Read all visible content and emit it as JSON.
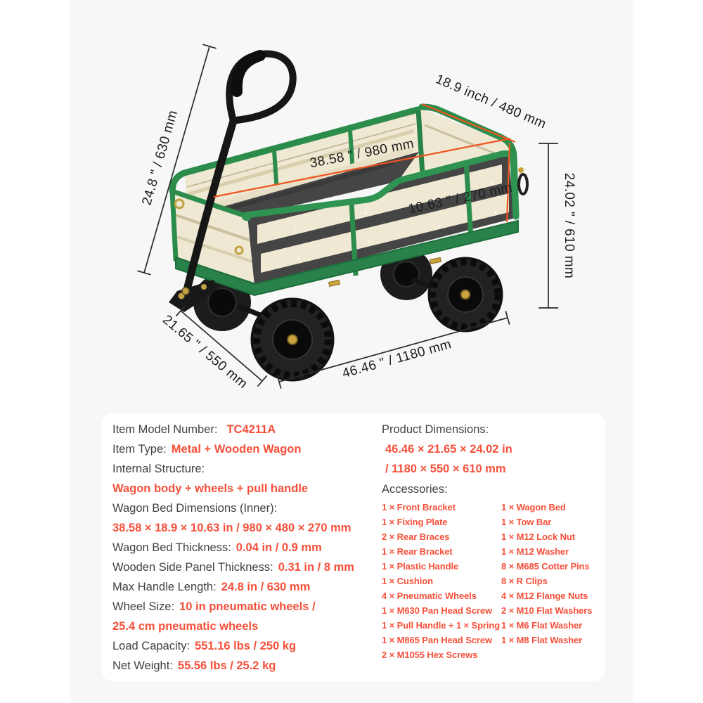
{
  "page": {
    "background": "#ffffff",
    "stage_background": "#f7f7f7",
    "description": "Garden wagon product dimension infographic"
  },
  "colors": {
    "accent_red": "#f6503a",
    "text_dark": "#414141",
    "dim_line": "#2b2b2b",
    "dim_orange": "#f0541e",
    "wagon_green": "#2f9352",
    "wagon_green_dark": "#1f7a40",
    "wood_cream": "#efe8d2",
    "interior_dark": "#464646",
    "tire_black": "#1f1f1f",
    "hub_gold": "#bb943f",
    "card_background": "#ffffff"
  },
  "annotations": {
    "handle_length": "24.8 \" / 630 mm",
    "top_width": "18.9 inch / 480 mm",
    "inner_length": "38.58 \" / 980  mm",
    "inner_depth": "10.63 \" / 270 mm",
    "side_height": "24.02 \" / 610 mm",
    "ground_width": "21.65  \" / 550 mm",
    "ground_length": "46.46 \" / 1180  mm"
  },
  "spec": {
    "left_lines": [
      {
        "label": "Item Model Number:",
        "value": "TC4211A"
      },
      {
        "label": "Item Type:",
        "value": "Metal + Wooden Wagon"
      },
      {
        "label": "Internal Structure:",
        "value": ""
      },
      {
        "label": "",
        "value": "Wagon body + wheels + pull handle"
      },
      {
        "label": "Wagon Bed Dimensions (Inner):",
        "value": ""
      },
      {
        "label": "",
        "value": "38.58 × 18.9 × 10.63 in / 980 × 480 × 270 mm"
      },
      {
        "label": "Wagon Bed Thickness:",
        "value": "0.04 in / 0.9 mm"
      },
      {
        "label": "Wooden Side Panel Thickness:",
        "value": "0.31 in / 8 mm"
      },
      {
        "label": "Max Handle Length:",
        "value": "24.8 in / 630 mm"
      },
      {
        "label": "Wheel Size:",
        "value": "10 in pneumatic wheels /"
      },
      {
        "label": "",
        "value": "25.4 cm pneumatic wheels"
      },
      {
        "label": "Load Capacity:",
        "value": "551.16 lbs / 250 kg"
      },
      {
        "label": "Net Weight:",
        "value": "55.56 lbs / 25.2 kg"
      }
    ],
    "right": {
      "product_dimensions_label": "Product Dimensions:",
      "product_dimensions_in": "46.46 × 21.65 × 24.02 in",
      "product_dimensions_mm": "/ 1180 × 550 × 610 mm",
      "accessories_label": "Accessories:",
      "accessories": [
        {
          "left": "1 × Front Bracket",
          "right": "1 × Wagon Bed"
        },
        {
          "left": "1 × Fixing Plate",
          "right": "1 × Tow Bar"
        },
        {
          "left": "2 × Rear Braces",
          "right": "1 × M12 Lock Nut"
        },
        {
          "left": "1 × Rear Bracket",
          "right": "1 × M12 Washer"
        },
        {
          "left": "1 × Plastic Handle",
          "right": "8 × M685 Cotter Pins"
        },
        {
          "left": "1 × Cushion",
          "right": "8 × R Clips"
        },
        {
          "left": "4 × Pneumatic Wheels",
          "right": "4 × M12 Flange Nuts"
        },
        {
          "left": "1 × M630 Pan Head Screw",
          "right": "2 × M10 Flat Washers"
        },
        {
          "left": "1 × Pull Handle + 1 × Spring",
          "right": "1 × M6 Flat Washer"
        },
        {
          "left": "1 × M865 Pan Head Screw",
          "right": "1 × M8 Flat Washer"
        },
        {
          "left": "2 × M1055 Hex Screws",
          "right": ""
        }
      ]
    }
  }
}
